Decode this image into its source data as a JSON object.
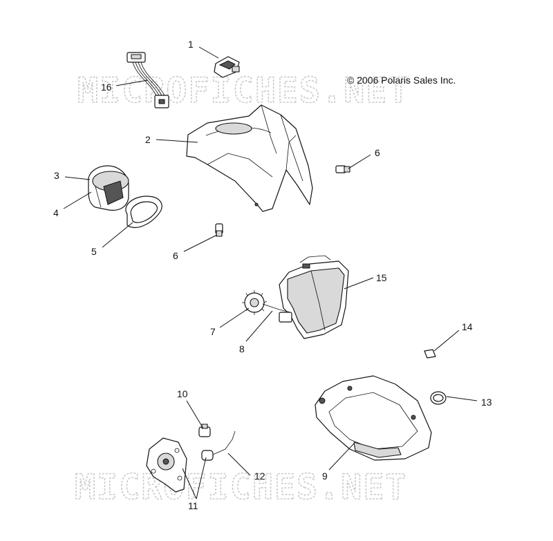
{
  "watermark": {
    "top": "MICROFICHES.NET",
    "bottom": "MICROFICHES.NET"
  },
  "copyright": "© 2006 Polaris Sales Inc.",
  "callouts": [
    {
      "id": "1",
      "label": "1"
    },
    {
      "id": "2",
      "label": "2"
    },
    {
      "id": "3",
      "label": "3"
    },
    {
      "id": "4",
      "label": "4"
    },
    {
      "id": "5",
      "label": "5"
    },
    {
      "id": "6a",
      "label": "6"
    },
    {
      "id": "6b",
      "label": "6"
    },
    {
      "id": "7",
      "label": "7"
    },
    {
      "id": "8",
      "label": "8"
    },
    {
      "id": "9",
      "label": "9"
    },
    {
      "id": "10",
      "label": "10"
    },
    {
      "id": "11",
      "label": "11"
    },
    {
      "id": "12",
      "label": "12"
    },
    {
      "id": "13",
      "label": "13"
    },
    {
      "id": "14",
      "label": "14"
    },
    {
      "id": "15",
      "label": "15"
    },
    {
      "id": "16",
      "label": "16"
    }
  ]
}
